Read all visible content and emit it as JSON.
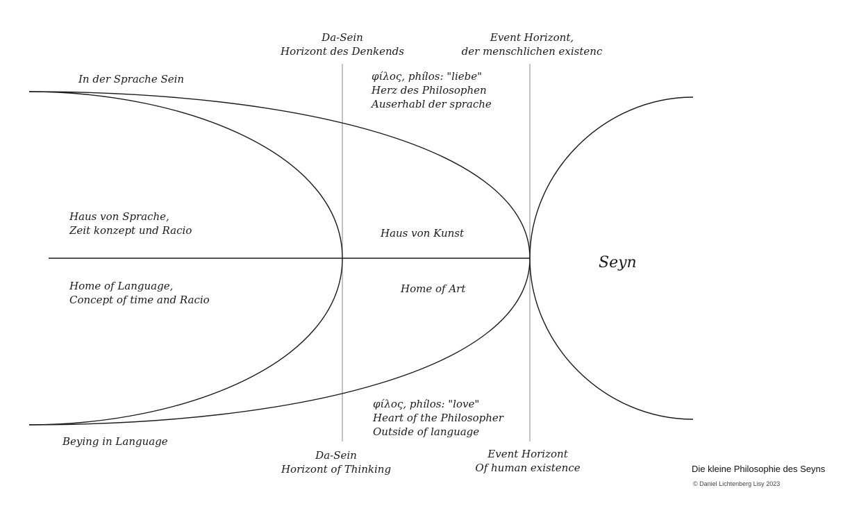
{
  "labels": {
    "in_der_sprache": "In der Sprache Sein",
    "dasein_top_1": "Da-Sein",
    "dasein_top_2": "Horizont des Denkends",
    "event_top_1": "Event Horizont,",
    "event_top_2": "der menschlichen existenc",
    "philos_de_1": "φίλος, phílos: \"liebe\"",
    "philos_de_2": "Herz des Philosophen",
    "philos_de_3": "Auserhabl der sprache",
    "haus_sprache_1": "Haus von Sprache,",
    "haus_sprache_2": "Zeit konzept und Racio",
    "haus_kunst": "Haus von Kunst",
    "seyn": "Seyn",
    "home_language_1": "Home of Language,",
    "home_language_2": "Concept of time and Racio",
    "home_art": "Home of Art",
    "philos_en_1": "φίλος, phílos: \"love\"",
    "philos_en_2": "Heart of the Philosopher",
    "philos_en_3": "Outside of language",
    "beying": "Beying in Language",
    "dasein_bottom_1": "Da-Sein",
    "dasein_bottom_2": "Horizont of Thinking",
    "event_bottom_1": "Event Horizont",
    "event_bottom_2": "Of human existence"
  },
  "credit": {
    "title": "Die kleine Philosophie des Seyns",
    "copyright": "© Daniel Lichtenberg Lisy 2023"
  },
  "colors": {
    "line": "#1a1a1a",
    "guide": "#9a9a9a",
    "background": "#ffffff"
  }
}
